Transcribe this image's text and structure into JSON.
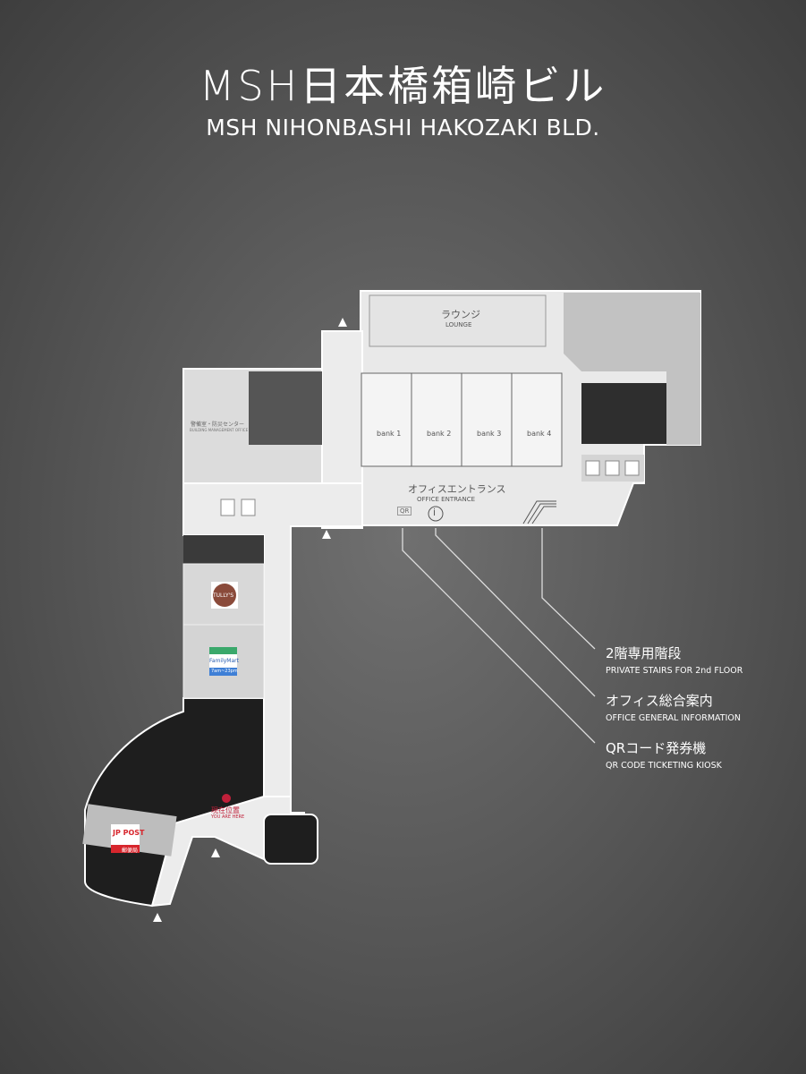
{
  "header": {
    "title_ja": "MSH日本橋箱崎ビル",
    "title_en": "MSH NIHONBASHI HAKOZAKI BLD."
  },
  "map": {
    "lounge": {
      "ja": "ラウンジ",
      "en": "LOUNGE"
    },
    "office_entrance": {
      "ja": "オフィスエントランス",
      "en": "OFFICE ENTRANCE"
    },
    "elevator_banks": [
      "bank 1",
      "bank 2",
      "bank 3",
      "bank 4"
    ],
    "management_office": {
      "ja": "警備室・防災センター",
      "en": "BUILDING MANAGEMENT OFFICE"
    },
    "qr_kiosk_mark": "QR",
    "info_mark": "i",
    "current_location": {
      "ja": "現在位置",
      "en": "YOU ARE HERE",
      "color": "#c0203a"
    },
    "tenants": [
      {
        "name": "TULLY'S",
        "icon": "tullys-coffee-logo"
      },
      {
        "name": "FamilyMart",
        "hours": "7am~23pm",
        "icon": "familymart-logo"
      },
      {
        "name": "JP POST",
        "ja": "郵便局",
        "icon": "japan-post-logo",
        "color": "#d7262d"
      }
    ],
    "restroom_icons": [
      "accessible-restroom-icon",
      "male-restroom-icon",
      "female-restroom-icon"
    ]
  },
  "legend": [
    {
      "ja": "2階専用階段",
      "en": "PRIVATE STAIRS FOR 2nd FLOOR"
    },
    {
      "ja": "オフィス総合案内",
      "en": "OFFICE GENERAL INFORMATION"
    },
    {
      "ja": "QRコード発券機",
      "en": "QR CODE TICKETING KIOSK"
    }
  ]
}
